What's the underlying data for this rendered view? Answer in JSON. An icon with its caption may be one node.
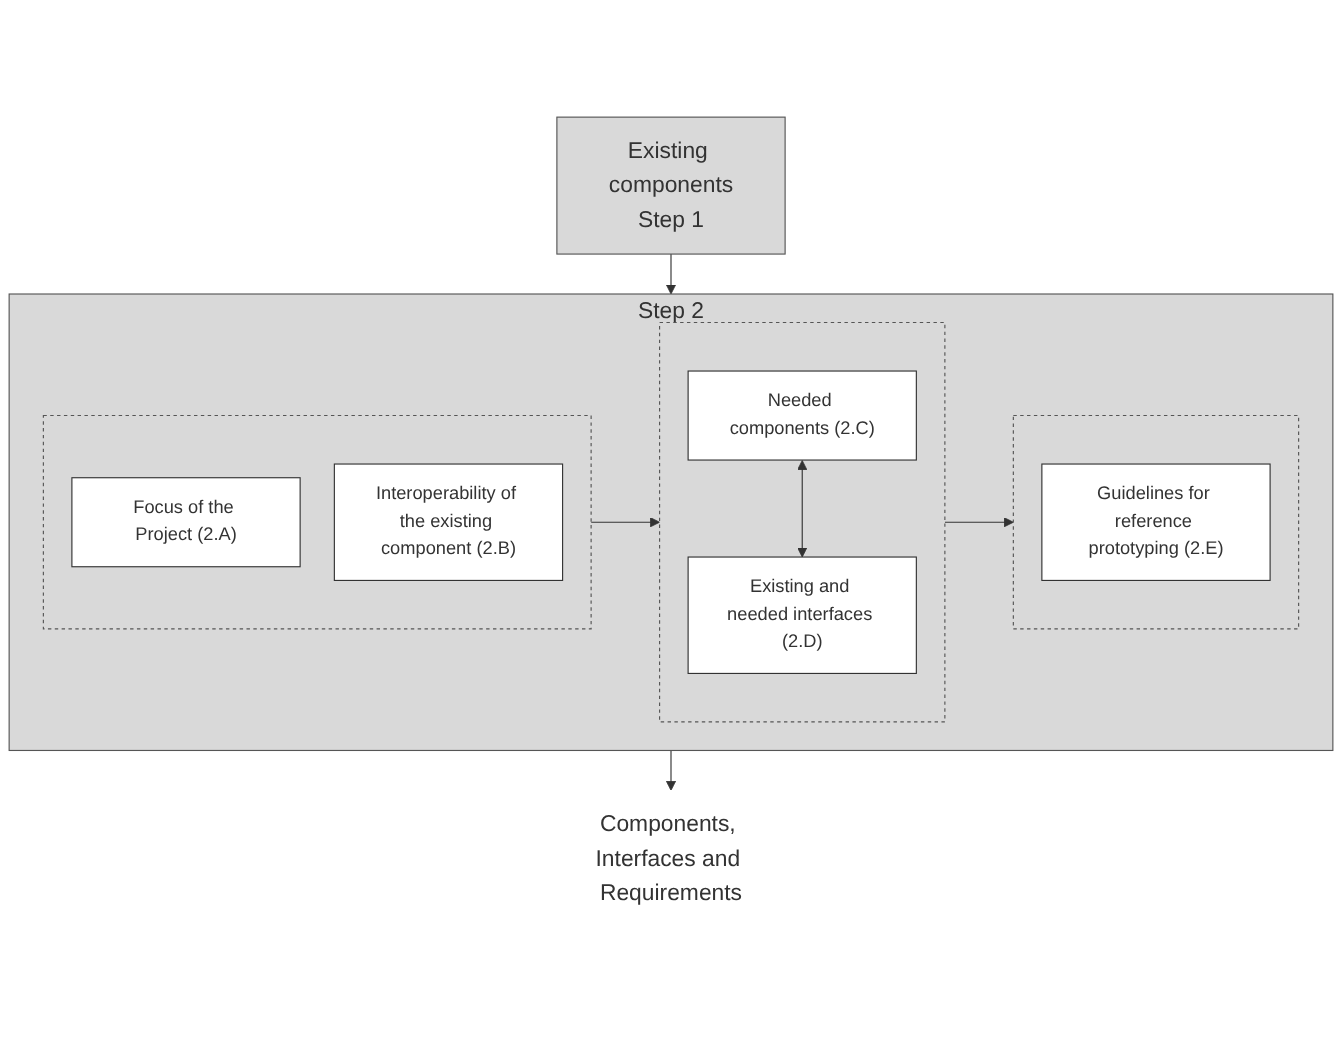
{
  "diagram": {
    "nodes": [
      {
        "text": [
          "Existing components",
          "Step 1"
        ]
      },
      {
        "text": [
          "Step 2"
        ]
      },
      {
        "text": [],
        "shape": "box",
        "in": 1
      },
      {
        "text": [],
        "shape": "box",
        "in": 1
      },
      {
        "text": [],
        "shape": "box",
        "in": 1
      },
      {
        "text": [
          "Focus of the Project (2.A)"
        ],
        "in": 2
      },
      {
        "text": [
          "Interoperability of the existing component (2.B)"
        ],
        "in": 2
      },
      {
        "text": [
          "Needed components (2.C)"
        ],
        "in": 3
      },
      {
        "text": [
          "Existing and needed interfaces (2.D)"
        ],
        "in": 3
      },
      {
        "text": [
          "Guidelines for reference prototyping (2.E)"
        ],
        "in": 4
      },
      {
        "text": [
          "Components, Interfaces and Requirements"
        ]
      }
    ],
    "edges": [
      {
        "from": 0,
        "to": 1,
        "arrow": "to"
      },
      {
        "from": 2,
        "to": 3,
        "arrow": "to"
      },
      {
        "from": 3,
        "to": 4,
        "arrow": "to"
      },
      {
        "from": 7,
        "to": 8,
        "arrow": "both"
      },
      {
        "from": 1,
        "to": 10,
        "arrow": "to"
      }
    ]
  }
}
